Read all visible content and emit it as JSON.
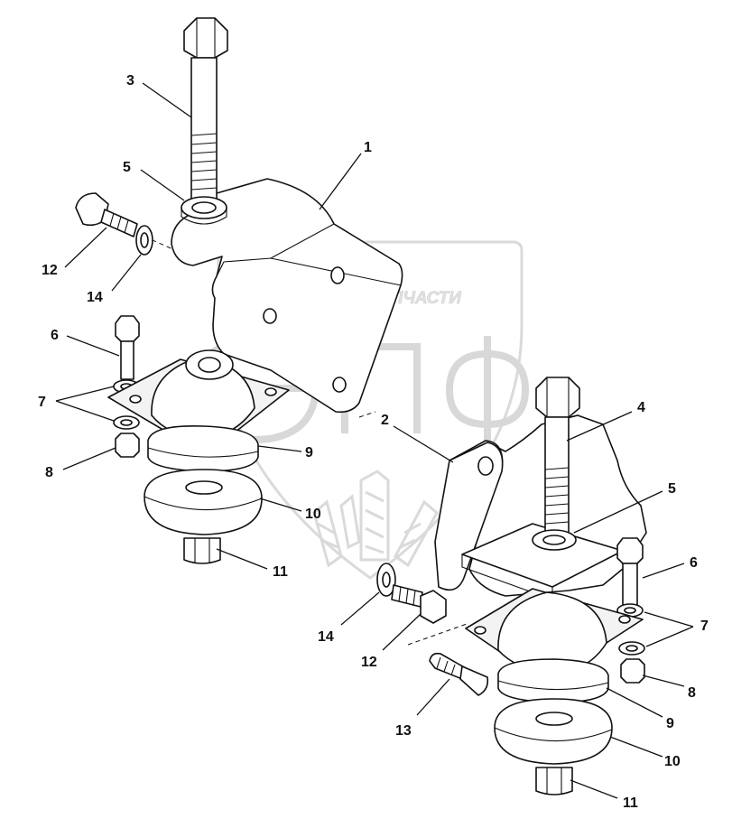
{
  "watermark": {
    "brand_text": "ТЕХНИКА ⚙ ЗАПЧАСТИ",
    "logo_letters": "ЭПФ"
  },
  "callouts": [
    {
      "id": "c1",
      "label": "1"
    },
    {
      "id": "c2",
      "label": "2"
    },
    {
      "id": "c3",
      "label": "3"
    },
    {
      "id": "c4",
      "label": "4"
    },
    {
      "id": "c5a",
      "label": "5"
    },
    {
      "id": "c5b",
      "label": "5"
    },
    {
      "id": "c6a",
      "label": "6"
    },
    {
      "id": "c6b",
      "label": "6"
    },
    {
      "id": "c7a",
      "label": "7"
    },
    {
      "id": "c7b",
      "label": "7"
    },
    {
      "id": "c8a",
      "label": "8"
    },
    {
      "id": "c8b",
      "label": "8"
    },
    {
      "id": "c9a",
      "label": "9"
    },
    {
      "id": "c9b",
      "label": "9"
    },
    {
      "id": "c10a",
      "label": "10"
    },
    {
      "id": "c10b",
      "label": "10"
    },
    {
      "id": "c11a",
      "label": "11"
    },
    {
      "id": "c11b",
      "label": "11"
    },
    {
      "id": "c12a",
      "label": "12"
    },
    {
      "id": "c12b",
      "label": "12"
    },
    {
      "id": "c13",
      "label": "13"
    },
    {
      "id": "c14a",
      "label": "14"
    },
    {
      "id": "c14b",
      "label": "14"
    }
  ]
}
